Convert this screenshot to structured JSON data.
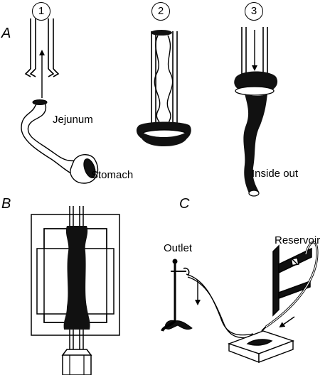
{
  "panels": {
    "a": "A",
    "b": "B",
    "c": "C"
  },
  "steps": [
    "1",
    "2",
    "3"
  ],
  "annotations": {
    "jejunum": "Jejunum",
    "stomach": "Stomach",
    "inside_out": "Inside out",
    "outlet": "Outlet",
    "reservoir": "Reservoir"
  },
  "colors": {
    "ink": "#000000",
    "paper": "#ffffff",
    "tissue": "#111111"
  }
}
